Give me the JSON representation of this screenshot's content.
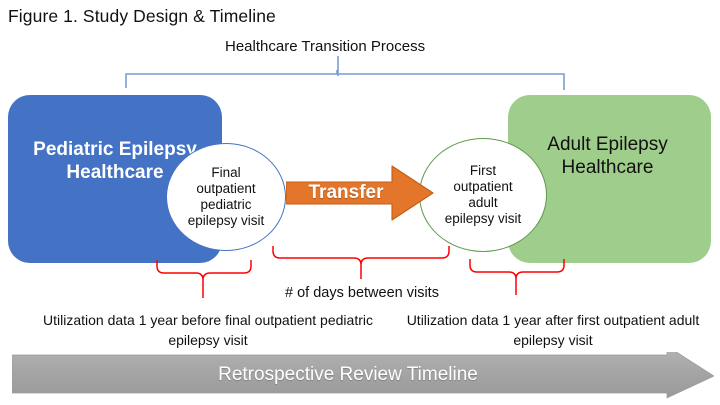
{
  "figure": {
    "title": "Figure 1. Study Design & Timeline"
  },
  "transition": {
    "label": "Healthcare Transition Process"
  },
  "boxes": {
    "pediatric": {
      "line1": "Pediatric Epilepsy",
      "line2": "Healthcare",
      "color": "#4472C4",
      "text_color": "#FFFFFF"
    },
    "adult": {
      "line1": "Adult Epilepsy",
      "line2": "Healthcare",
      "color": "#9FCD8B",
      "text_color": "#111111"
    }
  },
  "ellipses": {
    "pediatric_visit": {
      "lines": "Final outpatient pediatric epilepsy visit",
      "outline_color": "#4472C4"
    },
    "adult_visit": {
      "lines": "First outpatient adult epilepsy visit",
      "outline_color": "#5E9A4D"
    }
  },
  "transfer": {
    "label": "Transfer",
    "color": "#E3762A"
  },
  "braces": {
    "color": "#FF0000",
    "days_between_label": "# of days between visits",
    "left_utilization_label": "Utilization data 1 year before final outpatient pediatric epilepsy visit",
    "right_utilization_label": "Utilization data 1 year after first outpatient adult epilepsy visit"
  },
  "timeline": {
    "label": "Retrospective Review Timeline",
    "color": "#A6A6A6"
  }
}
